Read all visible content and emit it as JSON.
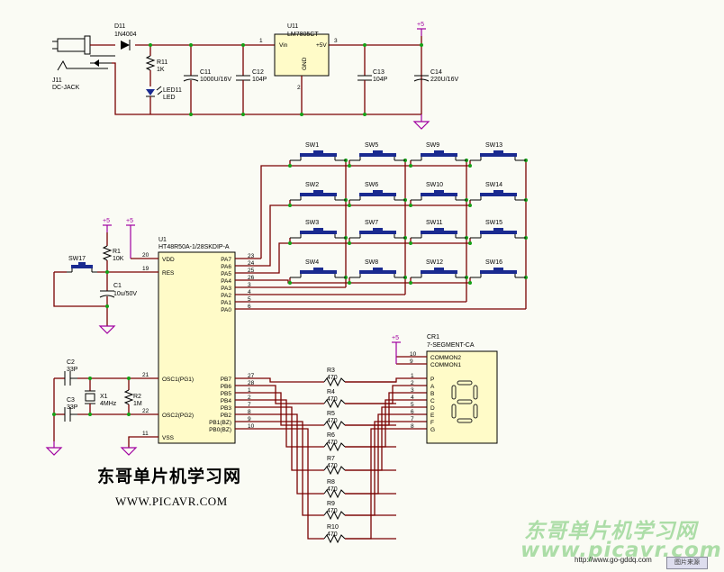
{
  "power": {
    "j1": {
      "ref": "J11",
      "name": "DC-JACK"
    },
    "d1": {
      "ref": "D11",
      "name": "1N4004"
    },
    "r11": {
      "ref": "R11",
      "value": "1K"
    },
    "led": {
      "ref": "LED11",
      "name": "LED"
    },
    "c11": {
      "ref": "C11",
      "value": "1000U/16V"
    },
    "c12": {
      "ref": "C12",
      "value": "104P"
    },
    "u11": {
      "ref": "U11",
      "name": "LM7805CT",
      "vin": "Vin",
      "vout": "+5V",
      "gnd": "GND",
      "pin1": "1",
      "pin2": "2",
      "pin3": "3"
    },
    "c13": {
      "ref": "C13",
      "value": "104P"
    },
    "c14": {
      "ref": "C14",
      "value": "220U/16V"
    }
  },
  "supply_label": "+5",
  "mcu": {
    "ref": "U1",
    "name": "HT48R50A-1/28SKDIP-A",
    "left_pins": [
      {
        "name": "VDD",
        "num": "20"
      },
      {
        "name": "RES",
        "num": "19"
      },
      {
        "name": "OSC1(PG1)",
        "num": "21"
      },
      {
        "name": "OSC2(PG2)",
        "num": "22"
      },
      {
        "name": "VSS",
        "num": "11"
      }
    ],
    "right_pins": [
      {
        "name": "PA7",
        "num": "23"
      },
      {
        "name": "PA6",
        "num": "24"
      },
      {
        "name": "PA5",
        "num": "25"
      },
      {
        "name": "PA4",
        "num": "26"
      },
      {
        "name": "PA3",
        "num": "3"
      },
      {
        "name": "PA2",
        "num": "4"
      },
      {
        "name": "PA1",
        "num": "5"
      },
      {
        "name": "PA0",
        "num": "6"
      },
      {
        "name": "PB7",
        "num": "27"
      },
      {
        "name": "PB6",
        "num": "28"
      },
      {
        "name": "PB5",
        "num": "1"
      },
      {
        "name": "PB4",
        "num": "2"
      },
      {
        "name": "PB3",
        "num": "7"
      },
      {
        "name": "PB2",
        "num": "8"
      },
      {
        "name": "PB1(BZ)",
        "num": "9"
      },
      {
        "name": "PB0(BZ)",
        "num": "10"
      }
    ]
  },
  "reset": {
    "sw": {
      "ref": "SW17"
    },
    "r1": {
      "ref": "R1",
      "value": "10K"
    },
    "c1": {
      "ref": "C1",
      "value": "10u/50V"
    }
  },
  "osc": {
    "c2": {
      "ref": "C2",
      "value": "33P"
    },
    "c3": {
      "ref": "C3",
      "value": "33P"
    },
    "x1": {
      "ref": "X1",
      "value": "4MHz"
    },
    "r2": {
      "ref": "R2",
      "value": "1M"
    }
  },
  "keys": [
    "SW1",
    "SW5",
    "SW9",
    "SW13",
    "SW2",
    "SW6",
    "SW10",
    "SW14",
    "SW3",
    "SW7",
    "SW11",
    "SW15",
    "SW4",
    "SW8",
    "SW12",
    "SW16"
  ],
  "resistors": [
    {
      "ref": "R3",
      "value": "470"
    },
    {
      "ref": "R4",
      "value": "470"
    },
    {
      "ref": "R5",
      "value": "470"
    },
    {
      "ref": "R6",
      "value": "470"
    },
    {
      "ref": "R7",
      "value": "470"
    },
    {
      "ref": "R8",
      "value": "470"
    },
    {
      "ref": "R9",
      "value": "470"
    },
    {
      "ref": "R10",
      "value": "470"
    }
  ],
  "display": {
    "ref": "CR1",
    "name": "7-SEGMENT-CA",
    "common": [
      {
        "name": "COMMON2",
        "num": "10"
      },
      {
        "name": "COMMON1",
        "num": "9"
      }
    ],
    "segments": [
      {
        "name": "P",
        "num": "1"
      },
      {
        "name": "A",
        "num": "2"
      },
      {
        "name": "B",
        "num": "3"
      },
      {
        "name": "C",
        "num": "4"
      },
      {
        "name": "D",
        "num": "5"
      },
      {
        "name": "E",
        "num": "6"
      },
      {
        "name": "F",
        "num": "7"
      },
      {
        "name": "G",
        "num": "8"
      }
    ]
  },
  "branding": {
    "title_cn": "东哥单片机学习网",
    "url": "WWW.PICAVR.COM",
    "watermark_cn": "东哥单片机学习网",
    "watermark_url": "www.picavr.com",
    "small_url": "http://www.go-gddq.com",
    "badge": "图片来源"
  }
}
